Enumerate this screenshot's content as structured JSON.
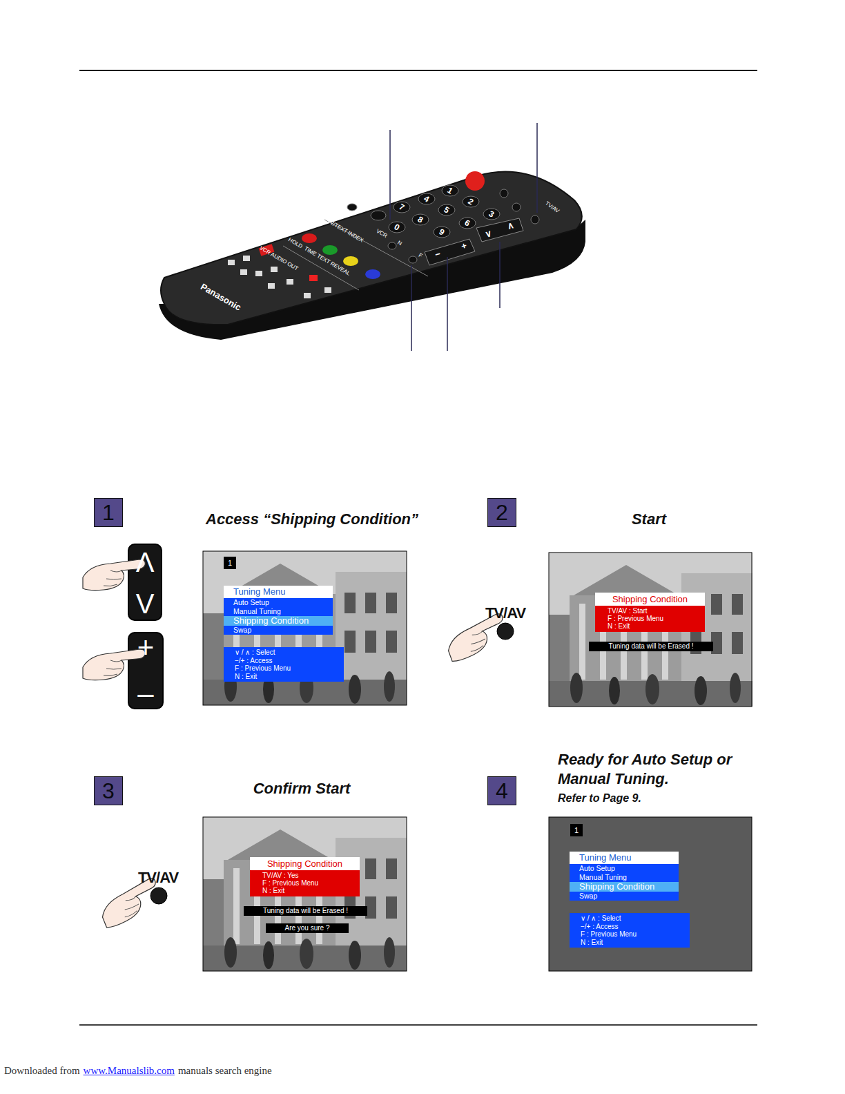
{
  "diagram": {
    "nodes": [
      {
        "text": [
          "1"
        ]
      },
      {
        "text": [
          "1"
        ]
      },
      {
        "text": [
          "Tuning Menu",
          "Auto Setup",
          "Manual Tuning",
          "Shipping Condition",
          "Swap"
        ]
      },
      {
        "text": [
          "∨ / ∧ : Select",
          "−/+ : Access",
          "F : Previous Menu",
          "N : Exit"
        ]
      },
      {
        "text": [
          "2"
        ]
      },
      {
        "text": [
          "Shipping Condition",
          "TV/AV : Start",
          "F : Previous Menu",
          "N : Exit"
        ]
      },
      {
        "text": [
          "Tuning data will be Erased !"
        ]
      },
      {
        "text": [
          "3"
        ]
      },
      {
        "text": [
          "Shipping Condition",
          "TV/AV : Yes",
          "F : Previous Menu",
          "N : Exit"
        ]
      },
      {
        "text": [
          "Tuning data will be Erased !"
        ]
      },
      {
        "text": [
          "Are you sure ?"
        ]
      },
      {
        "text": [
          "4"
        ]
      },
      {
        "text": [
          "1"
        ]
      },
      {
        "text": [
          "Tuning Menu",
          "Auto Setup",
          "Manual Tuning",
          "Shipping Condition",
          "Swap"
        ]
      },
      {
        "text": [
          "∨ / ∧ : Select",
          "−/+ : Access",
          "F : Previous Menu",
          "N : Exit"
        ]
      }
    ],
    "labels": [
      "Access “Shipping Condition”",
      "Start",
      "Ready for Auto Setup or Manual Tuning.",
      "Refer to Page 9.",
      "Confirm Start",
      "Λ",
      "V",
      "+",
      "–",
      "TV/AV",
      "TV/AV",
      "1",
      "2",
      "3",
      "4",
      "5",
      "6",
      "7",
      "8",
      "9",
      "0",
      "TV/AV",
      "VCR",
      "N",
      "F",
      "TV/TEXT INDEX",
      "HOLD",
      "TIME TEXT REVEAL",
      "VCR AUDIO OUT",
      "∧",
      "∨",
      "+",
      "−",
      "Panasonic",
      "Downloaded from",
      "www.Manualslib.com",
      "manuals search engine"
    ]
  }
}
